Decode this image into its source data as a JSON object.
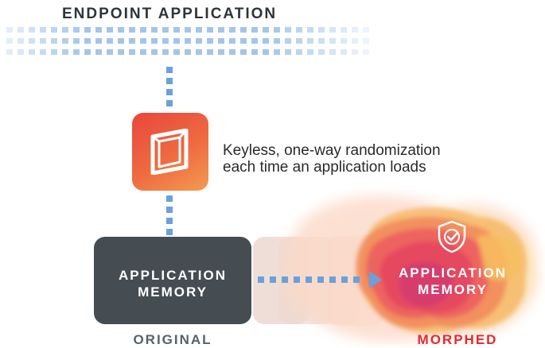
{
  "header": {
    "title": "ENDPOINT APPLICATION"
  },
  "logo": {
    "icon": "morphing-cube-icon"
  },
  "tagline": {
    "line1": "Keyless, one-way randomization",
    "line2": "each time an application loads"
  },
  "original": {
    "line1": "APPLICATION",
    "line2": "MEMORY",
    "caption": "ORIGINAL"
  },
  "morphed": {
    "line1": "APPLICATION",
    "line2": "MEMORY",
    "caption": "MORPHED",
    "icon": "shield-check-icon"
  },
  "colors": {
    "accent_blue": "#6aa1dc",
    "memory_box": "#454d52",
    "logo_gradient_start": "#e8473c",
    "logo_gradient_end": "#f39a52",
    "morphed_red": "#e8262e"
  }
}
